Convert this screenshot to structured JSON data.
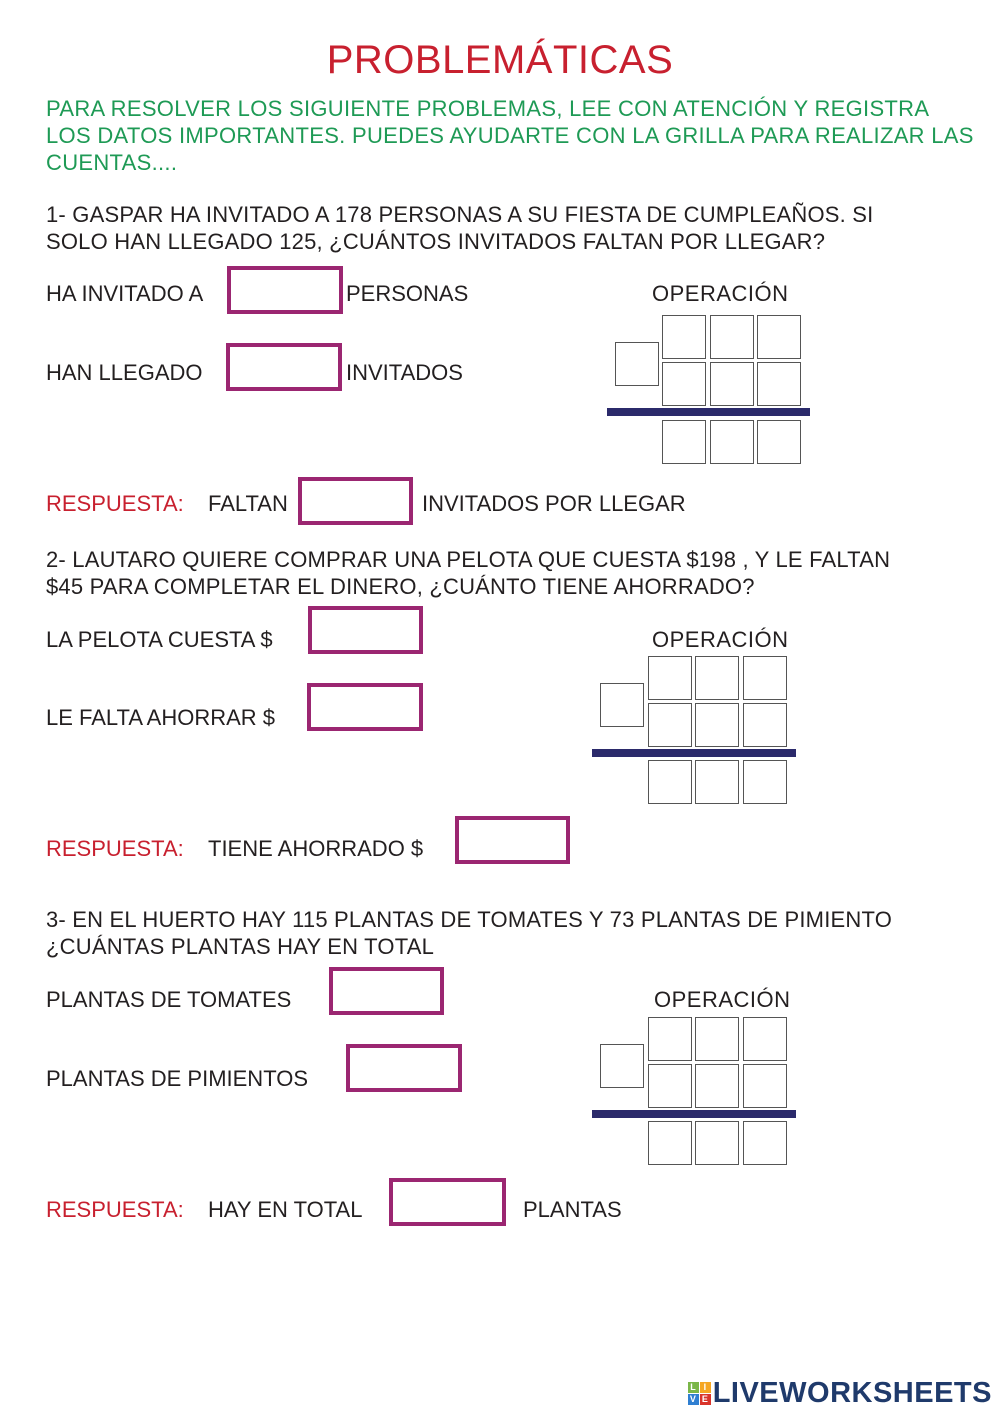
{
  "title": "PROBLEMÁTICAS",
  "intro": "PARA RESOLVER LOS SIGUIENTE PROBLEMAS, LEE CON ATENCIÓN Y REGISTRA LOS DATOS IMPORTANTES. PUEDES AYUDARTE CON LA GRILLA PARA REALIZAR LAS CUENTAS....",
  "problems": [
    {
      "question_line1": "1- GASPAR HA INVITADO A 178 PERSONAS A SU FIESTA DE CUMPLEAÑOS. SI",
      "question_line2": "SOLO HAN LLEGADO 125, ¿CUÁNTOS INVITADOS FALTAN POR LLEGAR?",
      "field1_before": "HA INVITADO A",
      "field1_after": "PERSONAS",
      "field1_value": "",
      "field2_before": "HAN LLEGADO",
      "field2_after": "INVITADOS",
      "field2_value": "",
      "operation_label": "OPERACIÓN",
      "answer_label": "RESPUESTA:",
      "answer_before": "FALTAN",
      "answer_after": "INVITADOS POR LLEGAR",
      "answer_value": ""
    },
    {
      "question_line1": "2- LAUTARO QUIERE COMPRAR UNA PELOTA QUE CUESTA $198 , Y LE FALTAN",
      "question_line2": "$45 PARA COMPLETAR EL DINERO, ¿CUÁNTO TIENE AHORRADO?",
      "field1_before": "LA PELOTA CUESTA $",
      "field1_after": "",
      "field1_value": "",
      "field2_before": "LE FALTA AHORRAR $",
      "field2_after": "",
      "field2_value": "",
      "operation_label": "OPERACIÓN",
      "answer_label": "RESPUESTA:",
      "answer_before": "TIENE AHORRADO $",
      "answer_after": "",
      "answer_value": ""
    },
    {
      "question_line1": "3- EN EL HUERTO HAY 115 PLANTAS DE TOMATES Y 73 PLANTAS DE PIMIENTO",
      "question_line2": "¿CUÁNTAS PLANTAS HAY EN TOTAL",
      "field1_before": "PLANTAS DE TOMATES",
      "field1_after": "",
      "field1_value": "",
      "field2_before": "PLANTAS DE PIMIENTOS",
      "field2_after": "",
      "field2_value": "",
      "operation_label": "OPERACIÓN",
      "answer_label": "RESPUESTA:",
      "answer_before": "HAY EN TOTAL",
      "answer_after": "PLANTAS",
      "answer_value": ""
    }
  ],
  "logo": {
    "text": "LIVEWORKSHEETS",
    "tiles": [
      "L",
      "I",
      "V",
      "E"
    ],
    "tile_colors": [
      "#7ab648",
      "#f5a623",
      "#2f7fd1",
      "#d9342b"
    ]
  },
  "colors": {
    "title": "#c8202f",
    "intro": "#1e9a55",
    "answer_box_border": "#9b2671",
    "operation_bar": "#2b2a6b"
  }
}
